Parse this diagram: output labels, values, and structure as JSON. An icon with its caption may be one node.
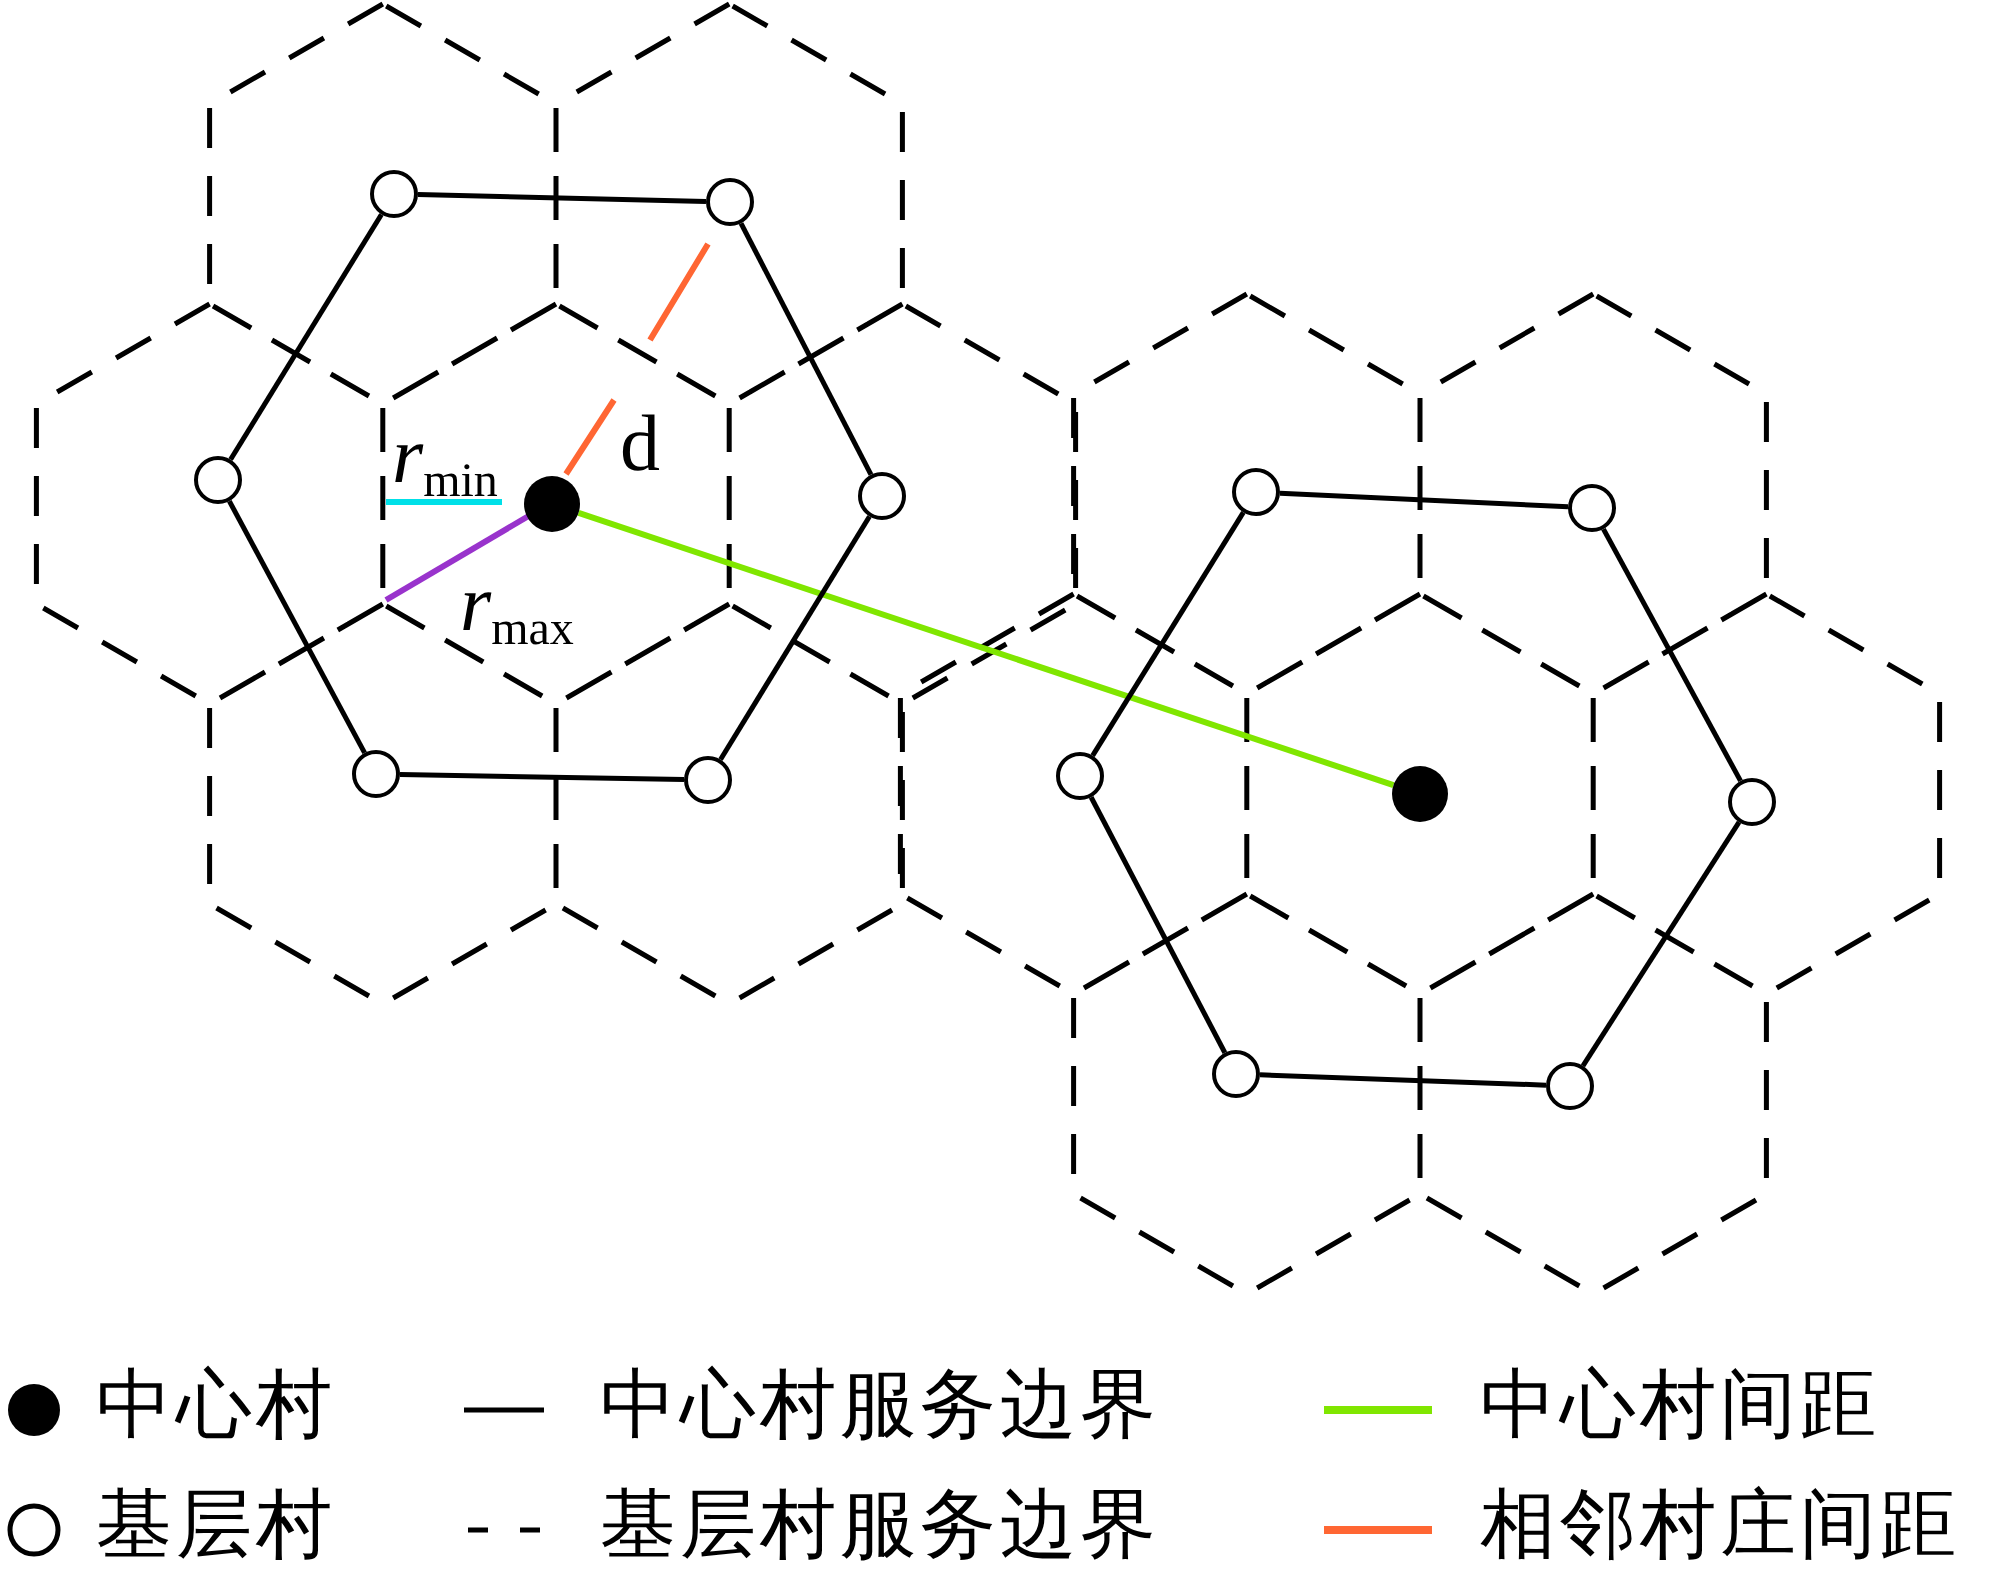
{
  "diagram": {
    "nodes": [
      {
        "text": [],
        "shape": "circle"
      },
      {
        "text": [],
        "shape": "circle"
      },
      {
        "text": [],
        "shape": "circle"
      },
      {
        "text": [],
        "shape": "circle"
      },
      {
        "text": [],
        "shape": "circle"
      },
      {
        "text": [],
        "shape": "circle"
      },
      {
        "text": [],
        "shape": "circle"
      },
      {
        "text": [],
        "shape": "circle"
      },
      {
        "text": [],
        "shape": "circle"
      },
      {
        "text": [],
        "shape": "circle"
      },
      {
        "text": [],
        "shape": "circle"
      },
      {
        "text": [],
        "shape": "circle"
      },
      {
        "text": [],
        "shape": "circle"
      },
      {
        "text": [],
        "shape": "circle"
      }
    ],
    "edges": [
      {
        "from": 0,
        "to": 1,
        "arrow": "none",
        "color": "#80e600"
      },
      {
        "from": 2,
        "to": 3,
        "arrow": "none"
      },
      {
        "from": 3,
        "to": 4,
        "arrow": "none"
      },
      {
        "from": 4,
        "to": 5,
        "arrow": "none"
      },
      {
        "from": 5,
        "to": 6,
        "arrow": "none"
      },
      {
        "from": 6,
        "to": 7,
        "arrow": "none"
      },
      {
        "from": 7,
        "to": 2,
        "arrow": "none"
      },
      {
        "from": 8,
        "to": 9,
        "arrow": "none"
      },
      {
        "from": 9,
        "to": 10,
        "arrow": "none"
      },
      {
        "from": 10,
        "to": 11,
        "arrow": "none"
      },
      {
        "from": 11,
        "to": 12,
        "arrow": "none"
      },
      {
        "from": 12,
        "to": 13,
        "arrow": "none"
      },
      {
        "from": 13,
        "to": 8,
        "arrow": "none"
      }
    ],
    "labels": [
      "*r*$_{min}$",
      "d",
      "*r*$_{max}$"
    ],
    "legend": [
      {
        "text": "中心村"
      },
      {
        "text": "中心村服务边界"
      },
      {
        "text": "中心村间距",
        "color": "#80e600"
      },
      {
        "text": "基层村"
      },
      {
        "text": "基层村服务边界"
      },
      {
        "text": "相邻村庄间距",
        "color": "#ff6633"
      }
    ]
  }
}
